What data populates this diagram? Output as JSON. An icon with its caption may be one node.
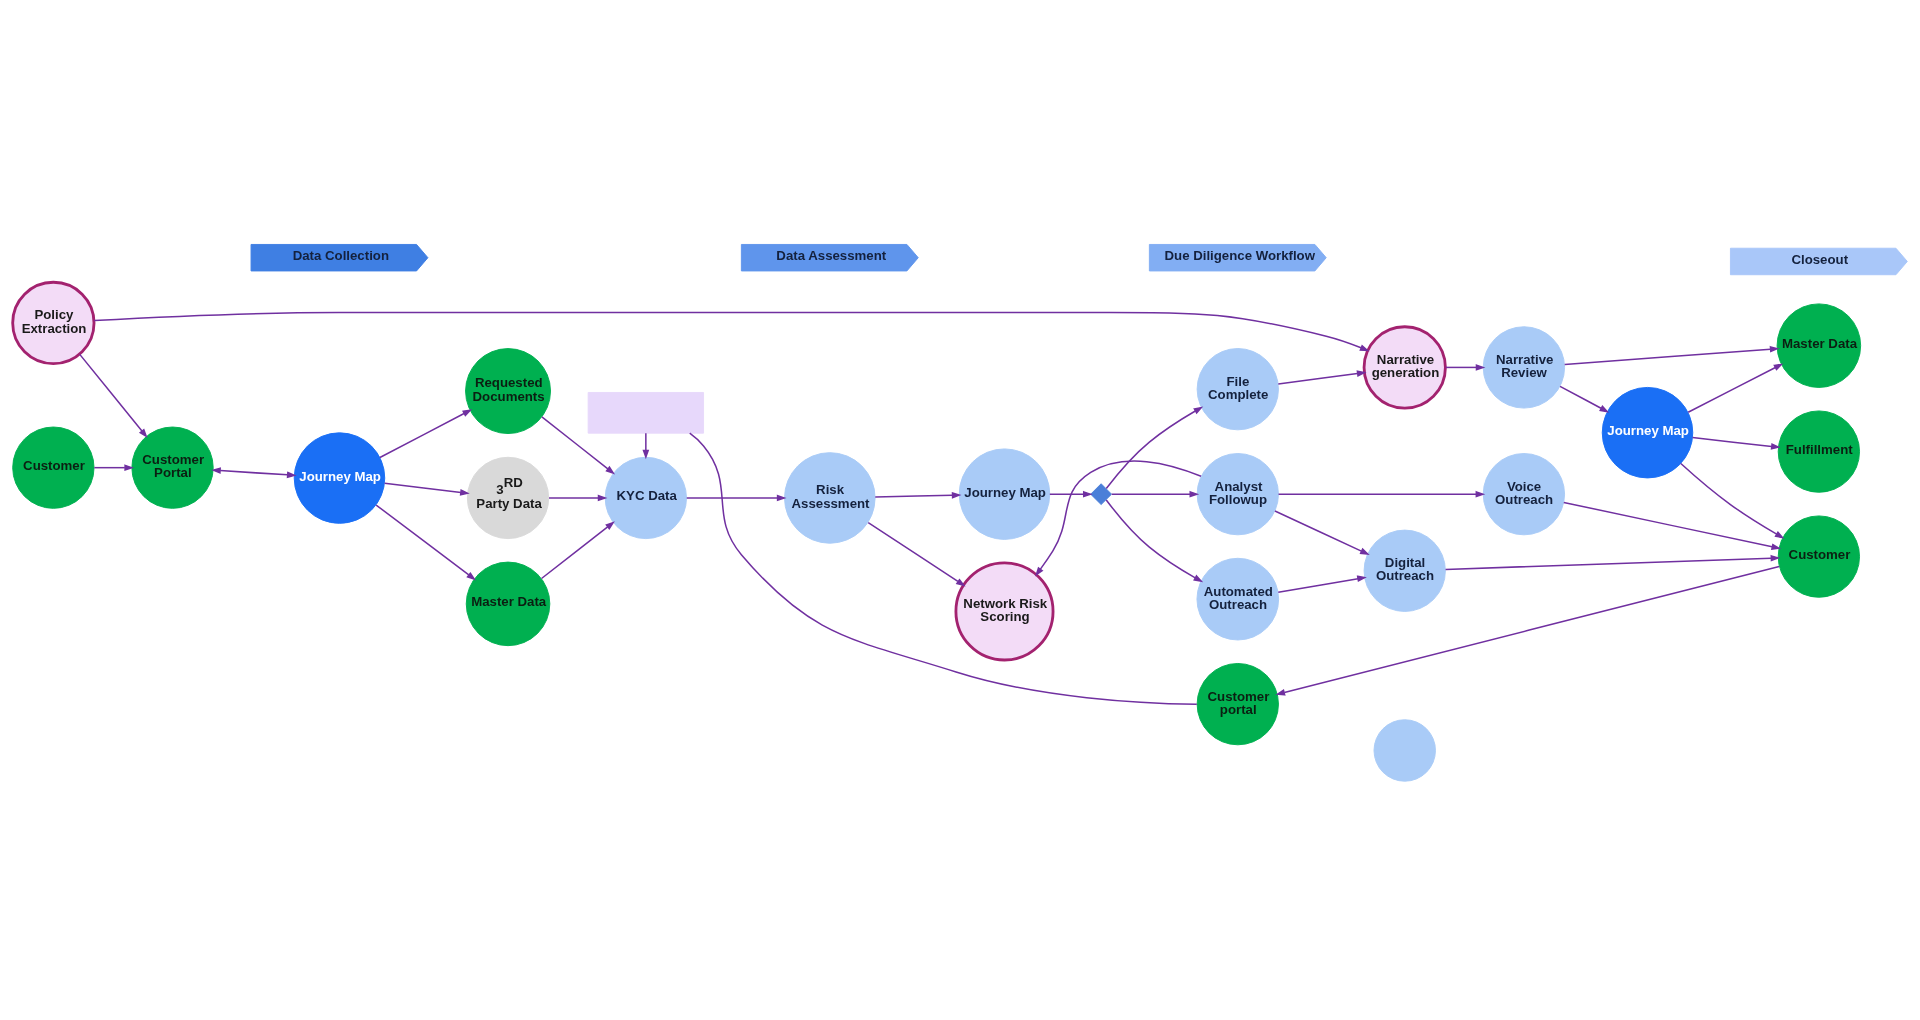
{
  "diagram": {
    "nodes": [
      {
        "text": [
          "Data Collection"
        ]
      },
      {
        "text": [
          "Data Assessment"
        ]
      },
      {
        "text": [
          "Due Diligence Workflow"
        ]
      },
      {
        "text": [
          "Closeout"
        ]
      },
      {
        "text": [
          "Customer"
        ]
      },
      {
        "text": [
          "Policy Extraction"
        ]
      },
      {
        "text": [
          "Customer Portal"
        ]
      },
      {
        "text": [
          "Journey Map"
        ]
      },
      {
        "text": [
          "3$^{RD}$ Party Data"
        ]
      },
      {
        "text": [
          "Master Data"
        ]
      },
      {
        "text": [
          "Requested Documents"
        ]
      },
      {
        "text": [
          "KYC Data"
        ]
      },
      {
        "text": [],
        "shape": "box"
      },
      {
        "text": [
          "Risk Assessment"
        ]
      },
      {
        "text": [
          "Network Risk Scoring"
        ]
      },
      {
        "text": [
          "Journey Map"
        ]
      },
      {
        "text": [],
        "shape": "diamond"
      },
      {
        "text": [
          "Narrative generation"
        ]
      },
      {
        "text": [
          "File Complete"
        ]
      },
      {
        "text": [
          "Automated Outreach"
        ]
      },
      {
        "text": [
          "Analyst Followup"
        ]
      },
      {
        "text": [
          "Customer portal"
        ]
      },
      {
        "text": [
          "Digital Outreach"
        ]
      },
      {
        "text": [],
        "shape": "circle"
      },
      {
        "text": [
          "Voice Outreach"
        ]
      },
      {
        "text": [
          "Narrative Review"
        ]
      },
      {
        "text": [
          "Journey Map"
        ]
      },
      {
        "text": [
          "Master Data"
        ]
      },
      {
        "text": [
          "Fulfillment"
        ]
      },
      {
        "text": [
          "Customer"
        ]
      }
    ],
    "edges": [
      {
        "from": 4,
        "to": 6,
        "arrow": "to"
      },
      {
        "from": 5,
        "to": 6,
        "arrow": "to"
      },
      {
        "from": 6,
        "to": 7,
        "arrow": "both"
      },
      {
        "from": 7,
        "to": 8,
        "arrow": "to"
      },
      {
        "from": 7,
        "to": 9,
        "arrow": "to"
      },
      {
        "from": 7,
        "to": 10,
        "arrow": "to"
      },
      {
        "from": 8,
        "to": 11,
        "arrow": "to"
      },
      {
        "from": 9,
        "to": 11,
        "arrow": "to"
      },
      {
        "from": 10,
        "to": 11,
        "arrow": "to"
      },
      {
        "from": 12,
        "to": 11,
        "arrow": "to"
      },
      {
        "from": 11,
        "to": 13,
        "arrow": "to"
      },
      {
        "from": 13,
        "to": 15,
        "arrow": "to"
      },
      {
        "from": 13,
        "to": 14,
        "arrow": "to"
      },
      {
        "from": 15,
        "to": 16,
        "arrow": "to"
      },
      {
        "from": 16,
        "to": 18,
        "arrow": "to"
      },
      {
        "from": 16,
        "to": 19,
        "arrow": "to"
      },
      {
        "from": 16,
        "to": 20,
        "arrow": "to"
      },
      {
        "from": 5,
        "to": 17,
        "arrow": "to"
      },
      {
        "from": 18,
        "to": 17,
        "arrow": "to"
      },
      {
        "from": 17,
        "to": 25,
        "arrow": "to"
      },
      {
        "from": 19,
        "to": 22,
        "arrow": "to"
      },
      {
        "from": 20,
        "to": 22,
        "arrow": "to"
      },
      {
        "from": 20,
        "to": 24,
        "arrow": "to"
      },
      {
        "from": 20,
        "to": 14,
        "arrow": "to"
      },
      {
        "from": 22,
        "to": 29,
        "arrow": "to"
      },
      {
        "from": 24,
        "to": 29,
        "arrow": "to"
      },
      {
        "from": 25,
        "to": 27,
        "arrow": "to"
      },
      {
        "from": 25,
        "to": 26,
        "arrow": "to"
      },
      {
        "from": 26,
        "to": 27,
        "arrow": "to"
      },
      {
        "from": 26,
        "to": 28,
        "arrow": "to"
      },
      {
        "from": 26,
        "to": 29,
        "arrow": "to"
      },
      {
        "from": 29,
        "to": 21,
        "arrow": "to"
      },
      {
        "from": 21,
        "to": 12,
        "arrow": "none"
      }
    ]
  }
}
